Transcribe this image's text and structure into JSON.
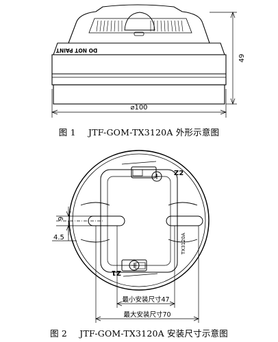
{
  "figure1": {
    "number": "图 1",
    "caption": "JTF-GOM-TX3120A 外形示意图",
    "height_dim": "49",
    "diameter_dim": "⌀100",
    "body_text": "DO NOT PAINT"
  },
  "figure2": {
    "number": "图 2",
    "caption": "JTF-GOM-TX3120A 安装尺寸示意图",
    "terminal_top": "Z2",
    "terminal_bottom": "Z1",
    "model_text": "TX3120A",
    "slot_width_dim": "9",
    "slot_offset_dim": "4.5",
    "min_dim": "最小安装尺寸47",
    "max_dim": "最大安装尺寸70"
  },
  "colors": {
    "line": "#000000",
    "background": "#ffffff"
  }
}
